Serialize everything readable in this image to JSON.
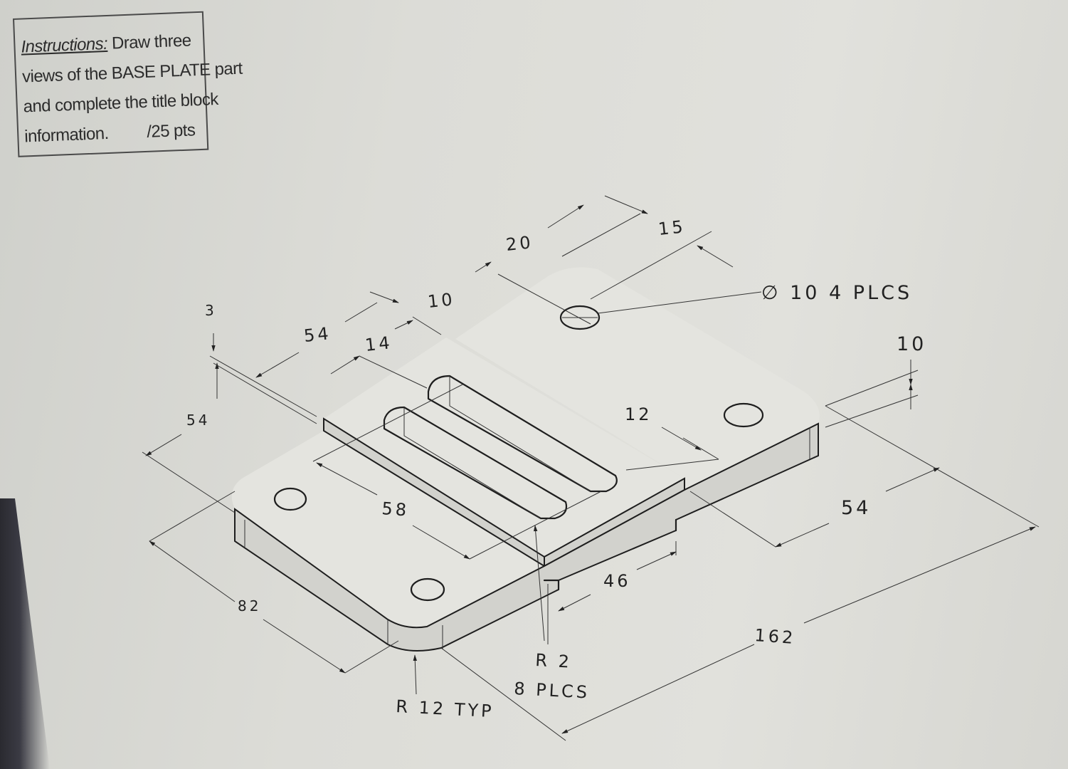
{
  "instructions": {
    "heading": "Instructions:",
    "line1_rest": "Draw three",
    "line2": "views of the BASE PLATE part",
    "line3": "and complete the title block",
    "line4": "information.",
    "points": "/25 pts"
  },
  "dimensions": {
    "d20": "20",
    "d15": "15",
    "hole": "∅ 10  4 PLCS",
    "d10_slot": "10",
    "d3": "3",
    "d54_top": "54",
    "d14": "14",
    "d10_right": "10",
    "d12": "12",
    "d54_left": "54",
    "d54_right": "54",
    "d58": "58",
    "d46": "46",
    "d82": "82",
    "d162": "162",
    "r2": "R 2",
    "plcs8": "8 PLCS",
    "r12": "R 12  TYP"
  }
}
